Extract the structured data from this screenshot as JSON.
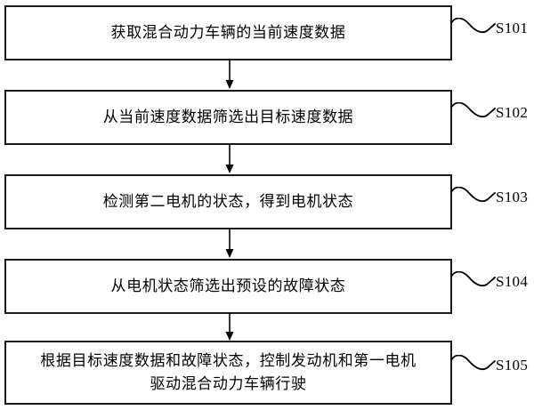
{
  "diagram": {
    "type": "flowchart",
    "orientation": "vertical",
    "title": "",
    "steps": [
      {
        "id": "S101",
        "label": "S101",
        "text": "获取混合动力车辆的当前速度数据",
        "lines": [
          "获取混合动力车辆的当前速度数据"
        ]
      },
      {
        "id": "S102",
        "label": "S102",
        "text": "从当前速度数据筛选出目标速度数据",
        "lines": [
          "从当前速度数据筛选出目标速度数据"
        ]
      },
      {
        "id": "S103",
        "label": "S103",
        "text": "检测第二电机的状态，得到电机状态",
        "lines": [
          "检测第二电机的状态，得到电机状态"
        ]
      },
      {
        "id": "S104",
        "label": "S104",
        "text": "从电机状态筛选出预设的故障状态",
        "lines": [
          "从电机状态筛选出预设的故障状态"
        ]
      },
      {
        "id": "S105",
        "label": "S105",
        "text": "根据目标速度数据和故障状态，控制发动机和第一电机\n驱动混合动力车辆行驶",
        "lines": [
          "根据目标速度数据和故障状态，控制发动机和第一电机",
          "驱动混合动力车辆行驶"
        ]
      }
    ],
    "connectors": [
      {
        "from": "S101",
        "to": "S102",
        "arrow": "down"
      },
      {
        "from": "S102",
        "to": "S103",
        "arrow": "down"
      },
      {
        "from": "S103",
        "to": "S104",
        "arrow": "down"
      },
      {
        "from": "S104",
        "to": "S105",
        "arrow": "down"
      }
    ],
    "colors": {
      "background": "#ffffff",
      "box_fill": "#ffffff",
      "box_border": "#1a1a1a",
      "text": "#000000",
      "connector": "#000000"
    }
  }
}
